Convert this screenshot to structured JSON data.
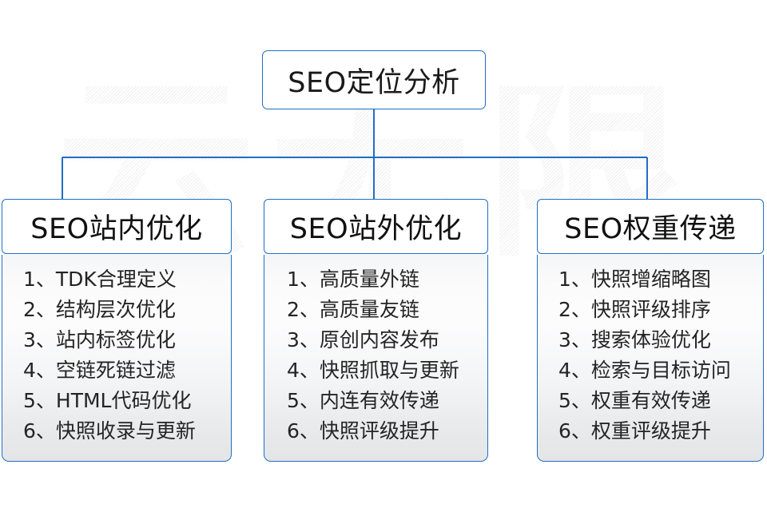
{
  "diagram": {
    "root": {
      "title": "SEO定位分析"
    },
    "watermark_text": "云无限",
    "accent_color": "#1f6fc4",
    "text_color": "#242424",
    "columns": [
      {
        "header": "SEO站内优化",
        "items": [
          "1、TDK合理定义",
          "2、结构层次优化",
          "3、站内标签优化",
          "4、空链死链过滤",
          "5、HTML代码优化",
          "6、快照收录与更新"
        ]
      },
      {
        "header": "SEO站外优化",
        "items": [
          "1、高质量外链",
          "2、高质量友链",
          "3、原创内容发布",
          "4、快照抓取与更新",
          "5、内连有效传递",
          "6、快照评级提升"
        ]
      },
      {
        "header": "SEO权重传递",
        "items": [
          "1、快照增缩略图",
          "2、快照评级排序",
          "3、搜索体验优化",
          "4、检索与目标访问",
          "5、权重有效传递",
          "6、权重评级提升"
        ]
      }
    ]
  }
}
